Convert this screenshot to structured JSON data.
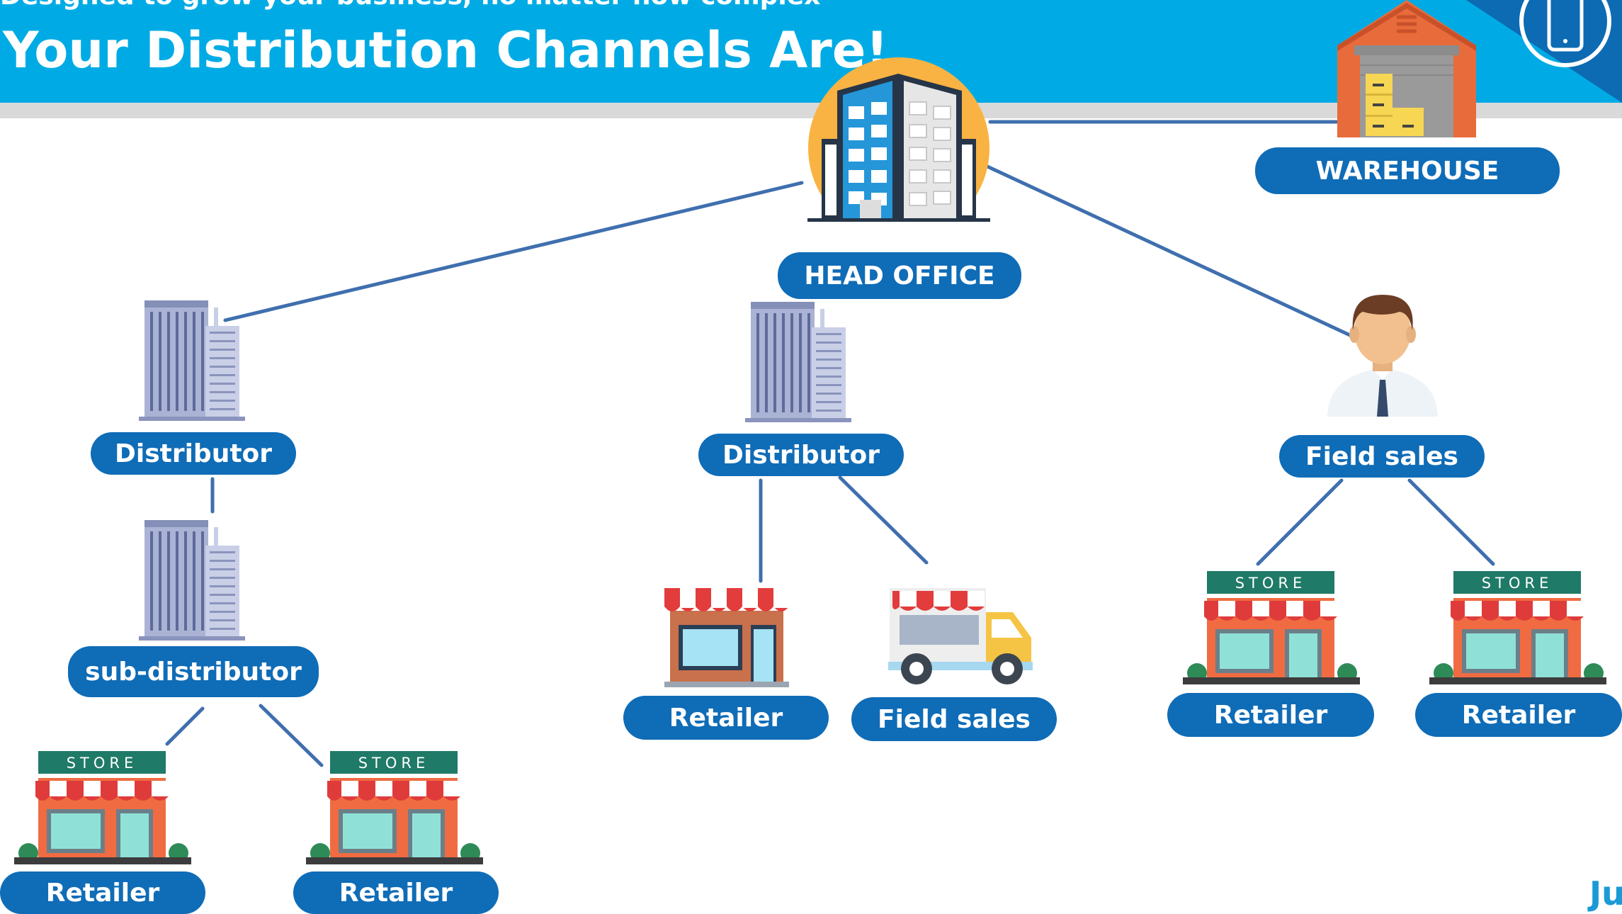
{
  "header": {
    "subtitle": "Designed to grow your business, no matter how complex",
    "title": "Your Distribution Channels Are!"
  },
  "nodes": {
    "head_office": "HEAD OFFICE",
    "warehouse": "WAREHOUSE",
    "distributor_left": "Distributor",
    "sub_distributor": "sub-distributor",
    "retailer_bottom_1": "Retailer",
    "retailer_bottom_2": "Retailer",
    "distributor_center": "Distributor",
    "retailer_center": "Retailer",
    "field_sales_center": "Field sales",
    "field_sales_right": "Field sales",
    "retailer_right_1": "Retailer",
    "retailer_right_2": "Retailer"
  },
  "store_sign": "STORE",
  "logo_partial": "Ju",
  "colors": {
    "header_blue": "#00abe5",
    "pill_blue": "#0f6cb7",
    "connector": "#3f6fae"
  },
  "icons": [
    "phone-icon",
    "head-office-building-icon",
    "warehouse-icon",
    "distributor-building-icon",
    "field-sales-person-icon",
    "store-icon",
    "shop-icon",
    "delivery-truck-icon"
  ]
}
